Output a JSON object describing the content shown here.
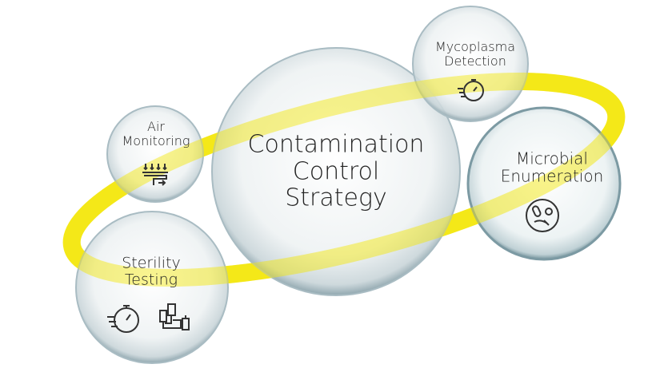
{
  "title": "Contamination Control Strategy",
  "center": {
    "lines": [
      "Contamination",
      "Control",
      "Strategy"
    ]
  },
  "nodes": [
    {
      "id": "air",
      "lines": [
        "Air",
        "Monitoring"
      ],
      "icon": "air-filter-icon"
    },
    {
      "id": "myco",
      "lines": [
        "Mycoplasma",
        "Detection"
      ],
      "icon": "rapid-stopwatch-icon"
    },
    {
      "id": "micro",
      "lines": [
        "Microbial",
        "Enumeration"
      ],
      "icon": "microbe-petri-icon"
    },
    {
      "id": "steril",
      "lines": [
        "Sterility",
        "Testing"
      ],
      "icons": [
        "rapid-stopwatch-icon",
        "lab-equipment-icon"
      ]
    }
  ],
  "colors": {
    "ring": "#f5e818",
    "text": "#222222",
    "bubble_edge": "#9fb6bf"
  }
}
